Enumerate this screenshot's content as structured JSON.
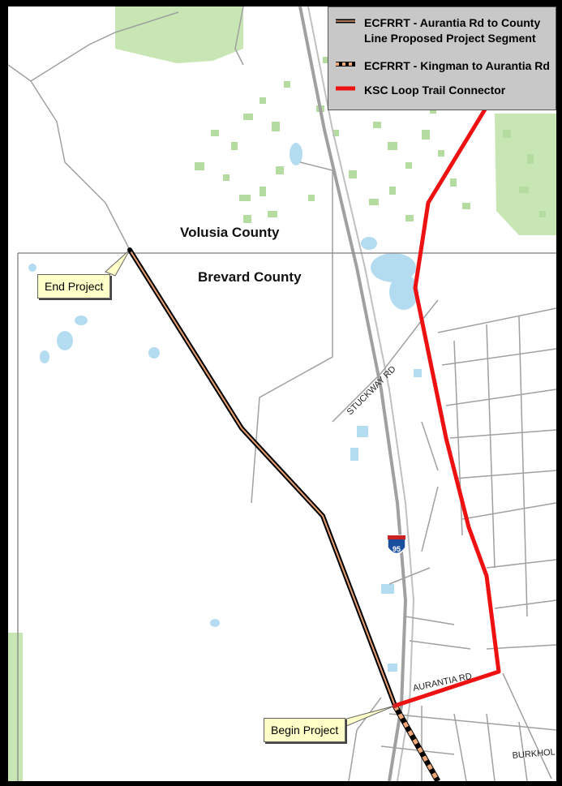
{
  "legend": {
    "items": [
      {
        "label_line1": "ECFRRT - Aurantia Rd to County",
        "label_line2": "Line Proposed Project Segment",
        "symbol": "black-line-orange-core"
      },
      {
        "label_line1": "ECFRRT - Kingman to Aurantia Rd",
        "label_line2": "",
        "symbol": "black-orange-dashed"
      },
      {
        "label_line1": "KSC Loop Trail Connector",
        "label_line2": "",
        "symbol": "thick-red-line"
      }
    ]
  },
  "map": {
    "labels": {
      "volusia": "Volusia County",
      "brevard": "Brevard County",
      "stuckway": "STUCKWAY RD",
      "aurantia": "AURANTIA RD",
      "burkholm": "BURKHOL",
      "interstate": "95"
    },
    "callouts": {
      "end": "End Project",
      "begin": "Begin Project"
    },
    "colors": {
      "background": "#ffffff",
      "outer_frame": "#000000",
      "forest": "#c8e6b4",
      "parcel_green": "#b4dca0",
      "water": "#b4dcf0",
      "road": "#a0a0a0",
      "county_line": "#909090",
      "proposed_segment_core": "#e8a070",
      "proposed_segment_edge": "#000000",
      "ksc_connector": "#ee1111",
      "kingman_dash": "#f0a878",
      "legend_bg": "#c8c8c8",
      "callout_bg": "#ffffc8",
      "interstate_shield": "#1a4fa0"
    }
  }
}
